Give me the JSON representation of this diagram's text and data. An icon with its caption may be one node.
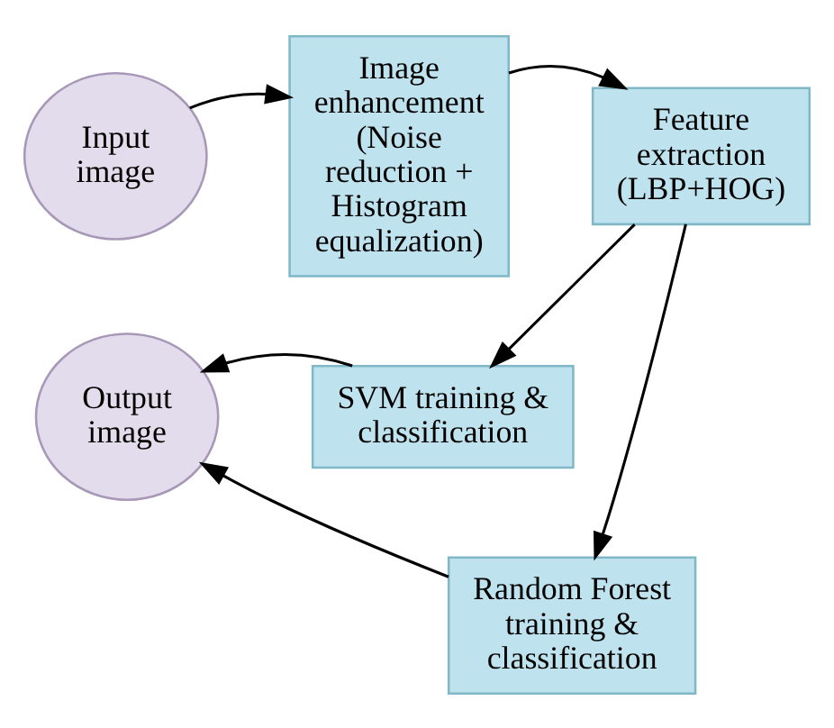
{
  "diagram": {
    "nodes": [
      {
        "text": [
          "Input image"
        ]
      },
      {
        "text": [
          "Image enhancement (Noise reduction + Histogram equalization)"
        ]
      },
      {
        "text": [
          "Feature extraction (LBP+HOG)"
        ]
      },
      {
        "text": [
          "SVM training & classification"
        ]
      },
      {
        "text": [
          "Output image"
        ]
      },
      {
        "text": [
          "Random Forest training & classification"
        ]
      }
    ],
    "edges": [
      {
        "from": 0,
        "to": 1,
        "arrow": "to"
      },
      {
        "from": 1,
        "to": 2,
        "arrow": "to"
      },
      {
        "from": 2,
        "to": 3,
        "arrow": "to"
      },
      {
        "from": 2,
        "to": 5,
        "arrow": "to"
      },
      {
        "from": 3,
        "to": 4,
        "arrow": "to"
      },
      {
        "from": 5,
        "to": 4,
        "arrow": "to"
      }
    ]
  }
}
